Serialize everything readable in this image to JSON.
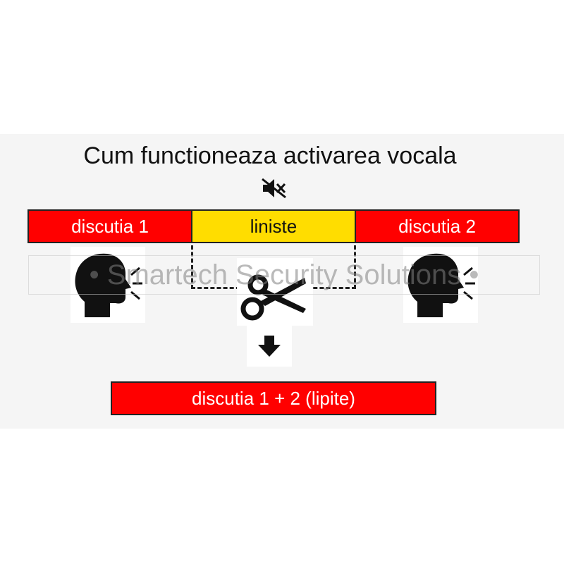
{
  "title": "Cum functioneaza activarea vocala",
  "mute_icon": "speaker-muted-icon",
  "segments": {
    "first": "discutia 1",
    "silence": "liniste",
    "second": "discutia 2"
  },
  "icons": {
    "speaker_left": "speaking-head-icon",
    "cut": "scissors-icon",
    "arrow": "arrow-down-icon",
    "speaker_right": "speaking-head-icon"
  },
  "result": "discutia 1 + 2 (lipite)",
  "watermark": "• Smartech Security Solutions •",
  "colors": {
    "speech": "#ff0000",
    "silence": "#ffdd00",
    "panel": "#f5f5f5"
  }
}
